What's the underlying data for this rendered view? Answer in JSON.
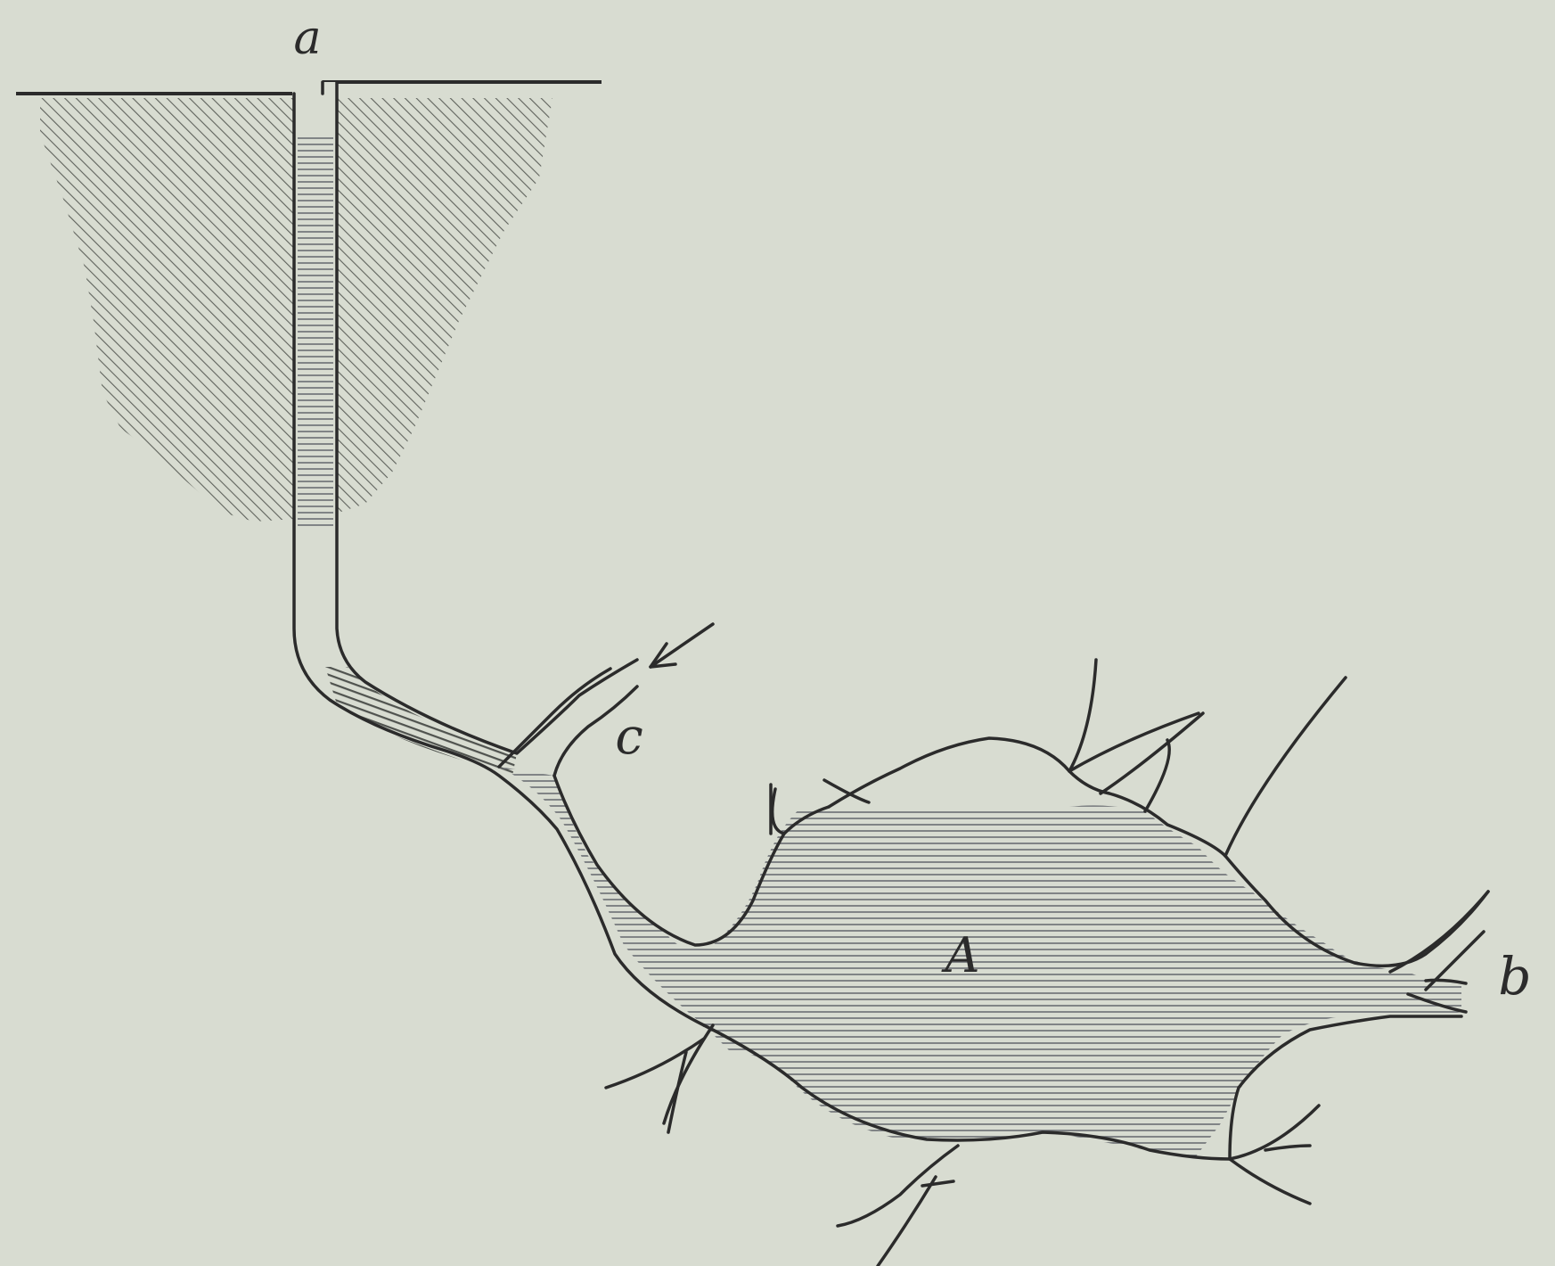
{
  "labels": {
    "a": "a",
    "c": "c",
    "A": "A",
    "b": "b"
  },
  "colors": {
    "paper": "#d8dcd1",
    "ink": "#2b2b2b",
    "hatch": "#5f625c",
    "fill_hatch": "#6b6e73"
  }
}
